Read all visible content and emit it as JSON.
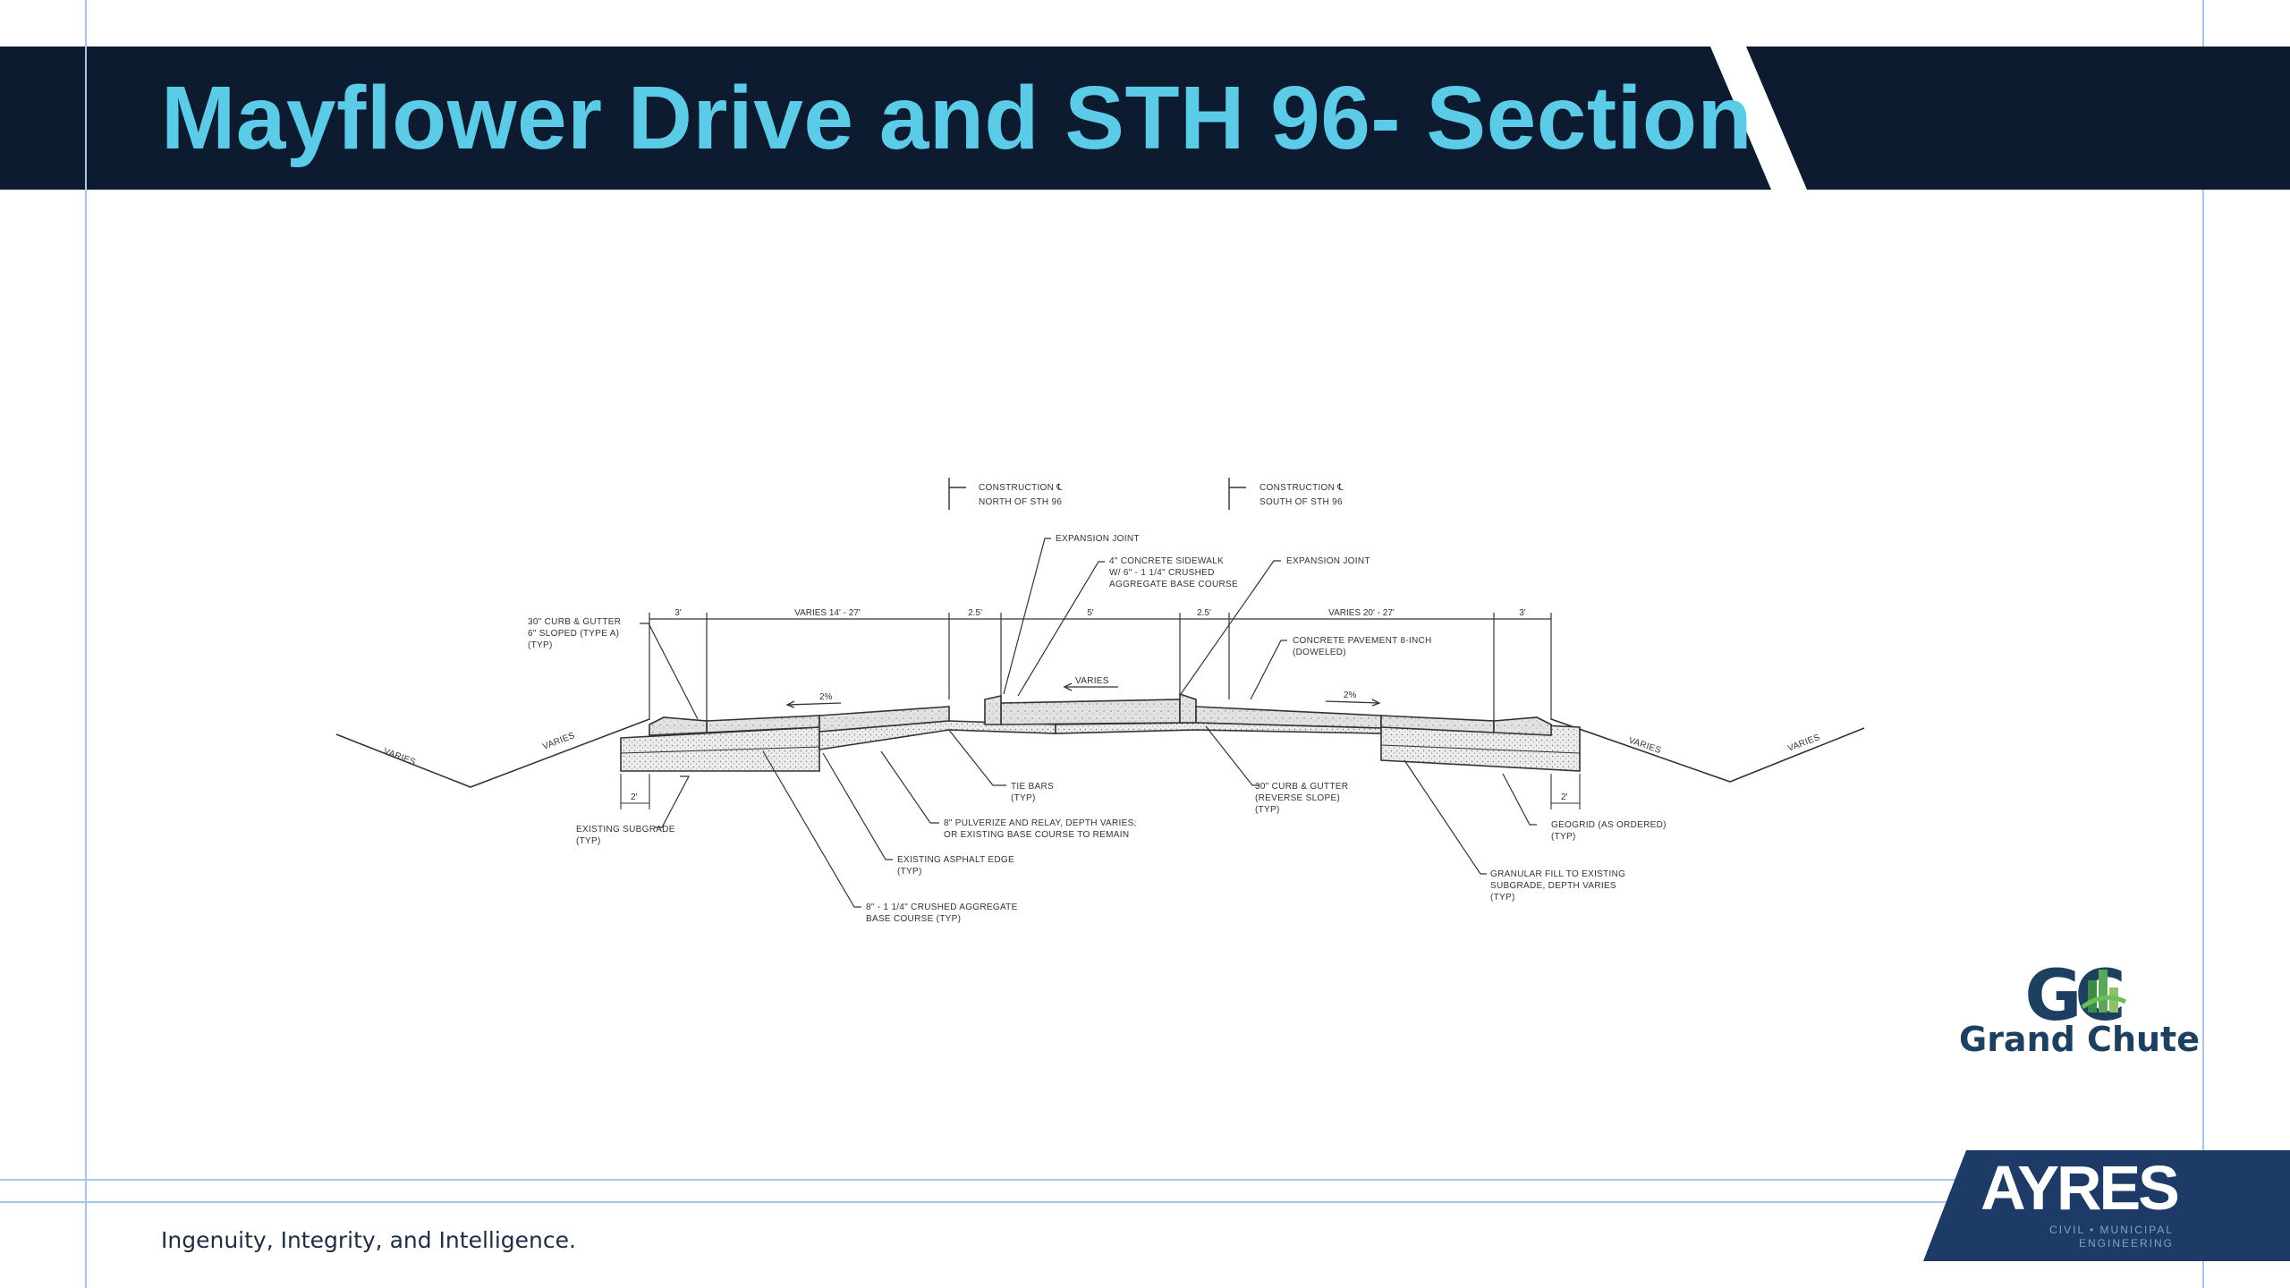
{
  "title": "Mayflower Drive and STH 96- Section",
  "colors": {
    "banner_navy": "#0d1b30",
    "title_cyan": "#5ccbe8",
    "ayres_navy": "#1e3a66",
    "guide_blue": "#a9c6ea"
  },
  "drawing": {
    "centerline_north": [
      "CONSTRUCTION ℄",
      "NORTH OF STH 96"
    ],
    "centerline_south": [
      "CONSTRUCTION ℄",
      "SOUTH OF STH 96"
    ],
    "expansion_joint_left": "EXPANSION JOINT",
    "sidewalk_note": [
      "4\" CONCRETE SIDEWALK",
      "W/ 6\" - 1 1/4\" CRUSHED",
      "AGGREGATE BASE COURSE"
    ],
    "expansion_joint_right": "EXPANSION JOINT",
    "curb_left": [
      "30\" CURB & GUTTER",
      "6\" SLOPED (TYPE A)",
      "(TYP)"
    ],
    "concrete_pavement": [
      "CONCRETE PAVEMENT 8-INCH",
      "(DOWELED)"
    ],
    "dimensions": [
      "3'",
      "VARIES 14' - 27'",
      "2.5'",
      "5'",
      "2.5'",
      "VARIES 20' - 27'",
      "3'"
    ],
    "slope_left": "2%",
    "slope_sidewalk": "VARIES",
    "slope_right": "2%",
    "varies": "VARIES",
    "dim_bottom_left": "2'",
    "dim_bottom_right": "2'",
    "tie_bars": [
      "TIE BARS",
      "(TYP)"
    ],
    "curb_reverse": [
      "30\" CURB & GUTTER",
      "(REVERSE SLOPE)",
      "(TYP)"
    ],
    "pulverize": [
      "8\" PULVERIZE AND RELAY, DEPTH VARIES;",
      "OR EXISTING BASE COURSE TO REMAIN"
    ],
    "existing_subgrade": [
      "EXISTING SUBGRADE",
      "(TYP)"
    ],
    "existing_asphalt": [
      "EXISTING ASPHALT EDGE",
      "(TYP)"
    ],
    "geogrid": [
      "GEOGRID (AS ORDERED)",
      "(TYP)"
    ],
    "granular_fill": [
      "GRANULAR FILL TO EXISTING",
      "SUBGRADE, DEPTH VARIES",
      "(TYP)"
    ],
    "crushed_base": [
      "8\" - 1 1/4\" CRUSHED AGGREGATE",
      "BASE COURSE (TYP)"
    ]
  },
  "logos": {
    "grand_chute_monogram": "GC",
    "grand_chute": "Grand Chute",
    "ayres": "AYRES",
    "ayres_sub": [
      "CIVIL • MUNICIPAL",
      "ENGINEERING"
    ]
  },
  "footer": {
    "tagline": "Ingenuity, Integrity, and Intelligence."
  }
}
